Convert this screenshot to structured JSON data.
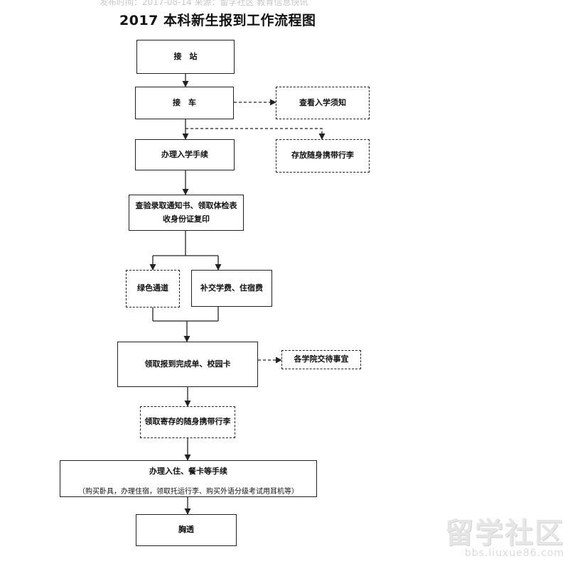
{
  "header": {
    "top_note": "发布时间：2017-08-14 来源：留学社区 教育信息快讯",
    "title": "2017 本科新生报到工作流程图"
  },
  "flow": {
    "jiezhan": "接　站",
    "jieche": "接　车",
    "chakan": "查看入学须知",
    "cunfang": "存放随身携带行李",
    "banli": "办理入学手续",
    "chayan_line1": "查验录取通知书、领取体检表",
    "chayan_line2": "收身份证复印",
    "lvse": "绿色通道",
    "bujiao": "补交学费、住宿费",
    "lingqu": "领取报到完成单、校园卡",
    "jiaodai": "各学院交待事宜",
    "jicun": "领取寄存的随身携带行李",
    "ruzhu_title": "办理入住、餐卡等手续",
    "ruzhu_detail": "（购买卧具，办理住宿，领取托运行李、购买外语分级考试用耳机等）",
    "tijian": "胸透"
  },
  "watermark": {
    "logo": "留学社区",
    "url": "bbs.liuxue86.com"
  }
}
